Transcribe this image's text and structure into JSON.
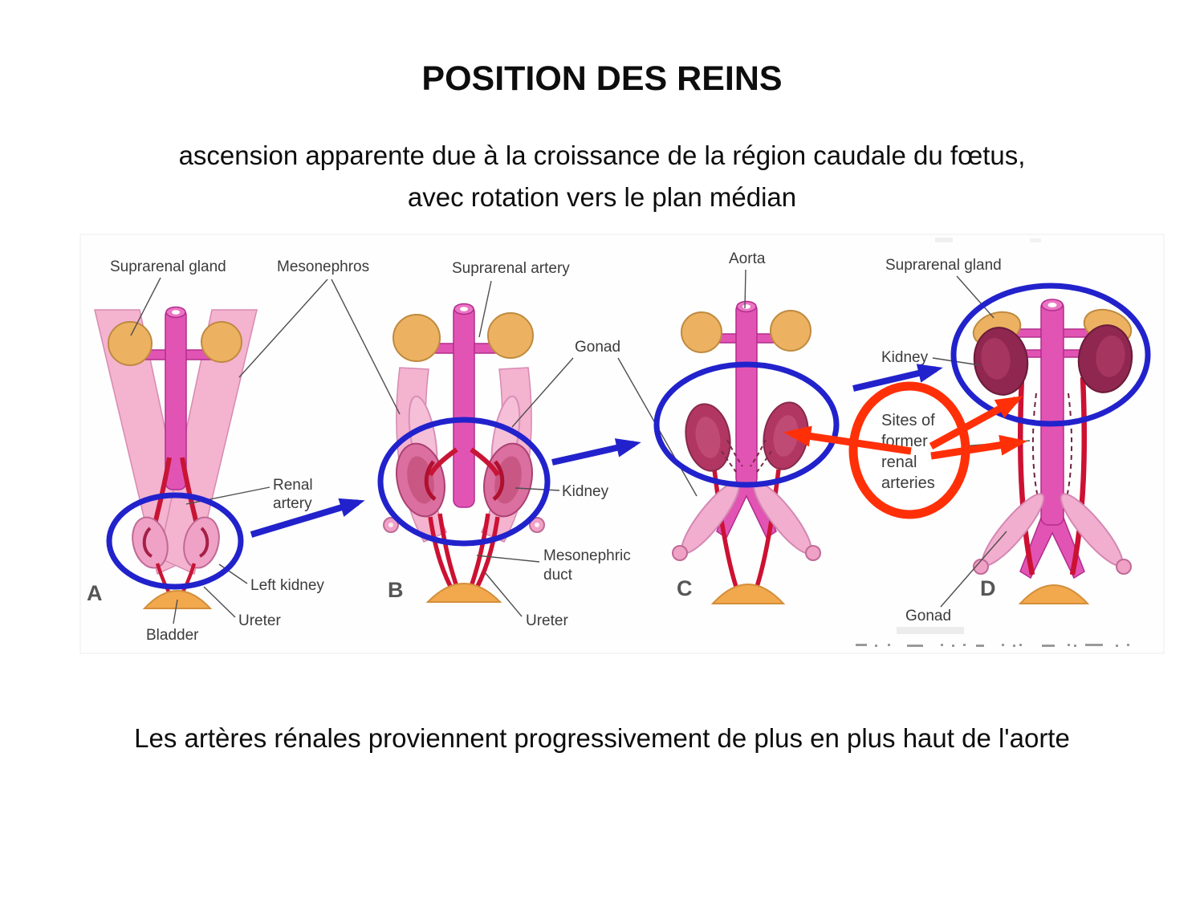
{
  "slide": {
    "title": "POSITION DES REINS",
    "subtitle": {
      "line1": "ascension apparente due à la croissance de la région caudale du fœtus,",
      "line2": "avec rotation vers le plan médian"
    },
    "caption": "Les artères rénales proviennent progressivement de plus en plus haut de l'aorte"
  },
  "figure": {
    "panel_letters": {
      "a": "A",
      "b": "B",
      "c": "C",
      "d": "D"
    },
    "labels": {
      "suprarenal_gland_a": "Suprarenal gland",
      "mesonephros": "Mesonephros",
      "suprarenal_artery": "Suprarenal artery",
      "gonad_bc": "Gonad",
      "aorta": "Aorta",
      "suprarenal_gland_d": "Suprarenal gland",
      "kidney_d": "Kidney",
      "renal_artery_line1": "Renal",
      "renal_artery_line2": "artery",
      "kidney_b": "Kidney",
      "left_kidney": "Left kidney",
      "mesonephric_line1": "Mesonephric",
      "mesonephric_line2": "duct",
      "ureter_a": "Ureter",
      "ureter_b": "Ureter",
      "bladder": "Bladder",
      "gonad_d": "Gonad"
    },
    "annotation": {
      "line1": "Sites of",
      "line2": "former",
      "line3": "renal",
      "line4": "arteries"
    },
    "colors": {
      "highlight_blue": "#2222cc",
      "highlight_red": "#ff3008"
    }
  }
}
